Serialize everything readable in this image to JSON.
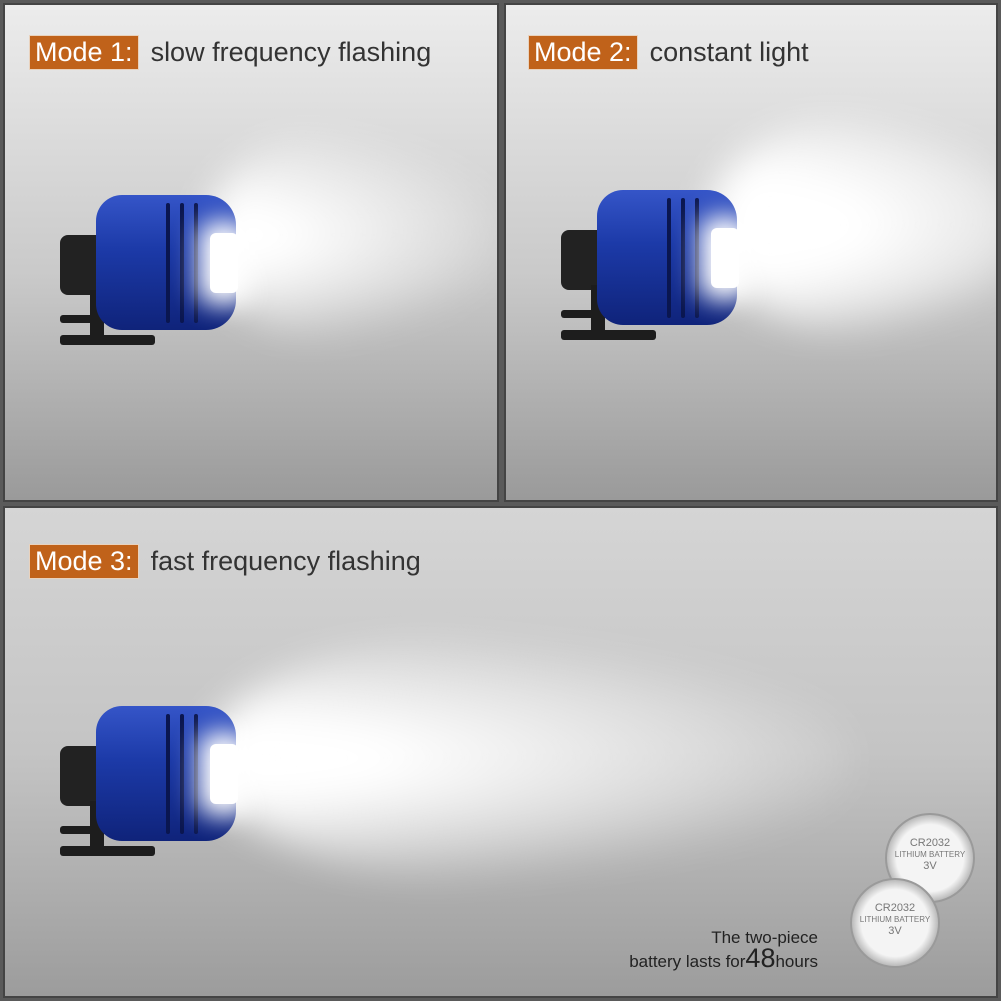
{
  "panels": [
    {
      "mode": "Mode 1:",
      "desc": "slow frequency flashing"
    },
    {
      "mode": "Mode 2:",
      "desc": "constant light"
    },
    {
      "mode": "Mode 3:",
      "desc": "fast frequency flashing"
    }
  ],
  "battery": {
    "line1": "The two-piece",
    "line2_pre": "battery lasts for",
    "hours": "48",
    "line2_post": "hours",
    "label_model": "CR2032",
    "label_type": "LITHIUM BATTERY",
    "label_voltage": "3V"
  },
  "colors": {
    "badge": "#c0621a",
    "lamp": "#1c3aa8"
  }
}
